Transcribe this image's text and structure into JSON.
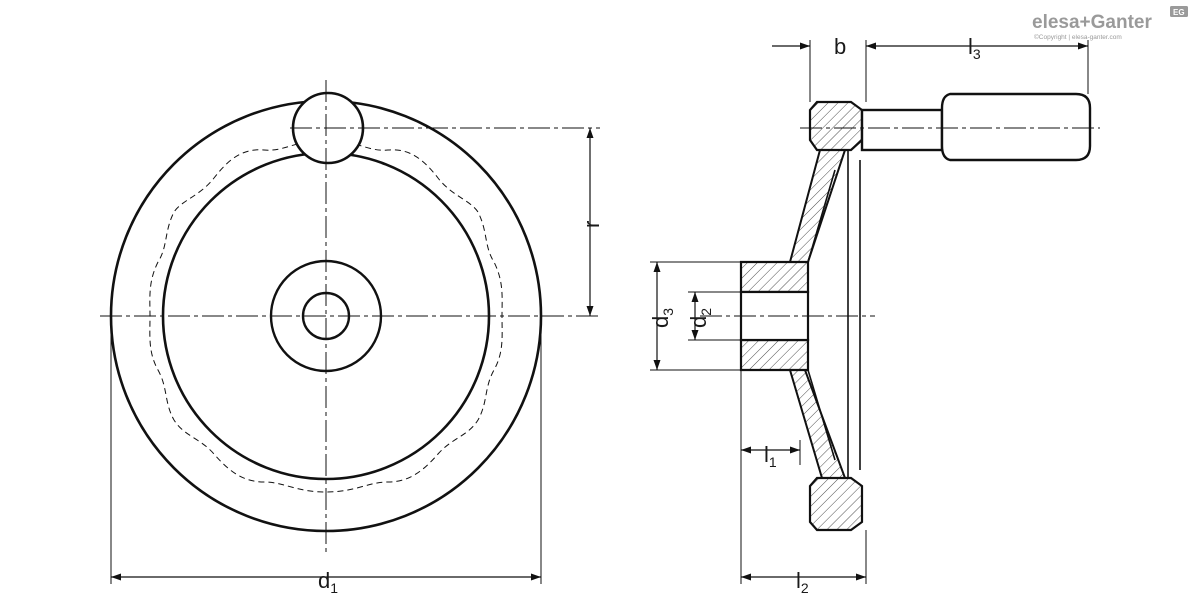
{
  "brand": {
    "name_left": "elesa",
    "name_plus": "+",
    "name_right": "Ganter",
    "badge": "EG",
    "copyright": "©Copyright | elesa-ganter.com"
  },
  "dimensions": {
    "d1": {
      "base": "d",
      "sub": "1"
    },
    "d2": {
      "base": "d",
      "sub": "2"
    },
    "d3": {
      "base": "d",
      "sub": "3"
    },
    "r": {
      "base": "r"
    },
    "b": {
      "base": "b"
    },
    "l1": {
      "base": "l",
      "sub": "1"
    },
    "l2": {
      "base": "l",
      "sub": "2"
    },
    "l3": {
      "base": "l",
      "sub": "3"
    }
  }
}
